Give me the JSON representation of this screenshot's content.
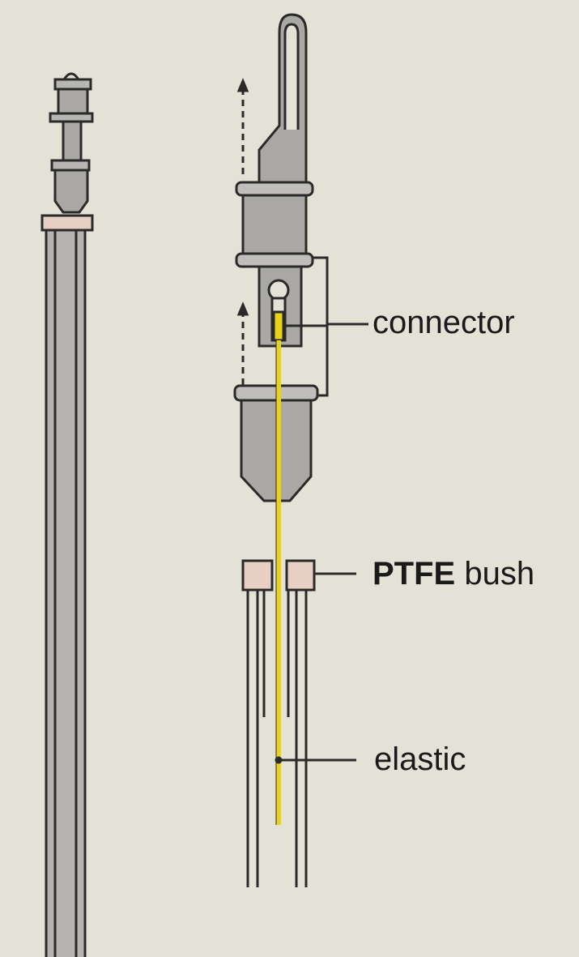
{
  "labels": {
    "connector": "connector",
    "ptfe": "PTFE",
    "bush": "bush",
    "elastic": "elastic"
  },
  "colors": {
    "background": "#e4e1d6",
    "metal": "#aaa8a4",
    "elastic": "#e8d21a",
    "bush": "#e8cfc4",
    "outline": "#2a2a2a"
  }
}
